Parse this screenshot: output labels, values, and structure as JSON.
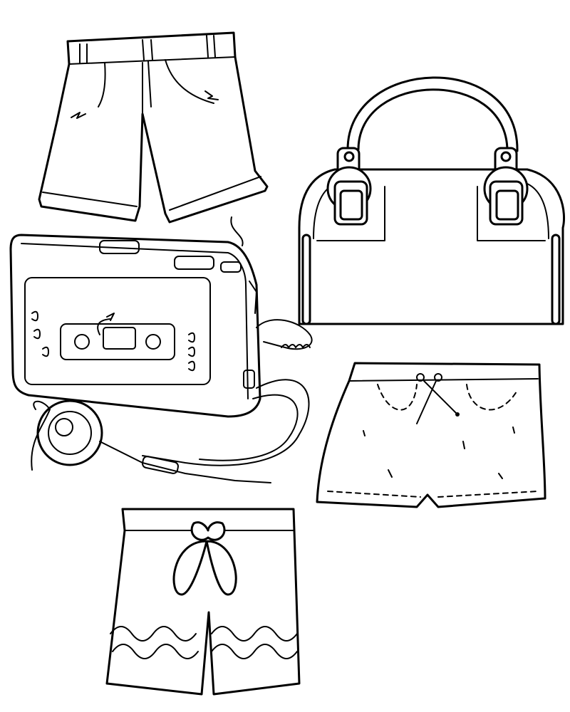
{
  "page": {
    "background": "#ffffff",
    "line_color": "#000000"
  },
  "items": [
    {
      "name": "jeans-shorts"
    },
    {
      "name": "handbag"
    },
    {
      "name": "cassette-player"
    },
    {
      "name": "headphones"
    },
    {
      "name": "drawstring-shorts"
    },
    {
      "name": "swim-trunks"
    }
  ]
}
